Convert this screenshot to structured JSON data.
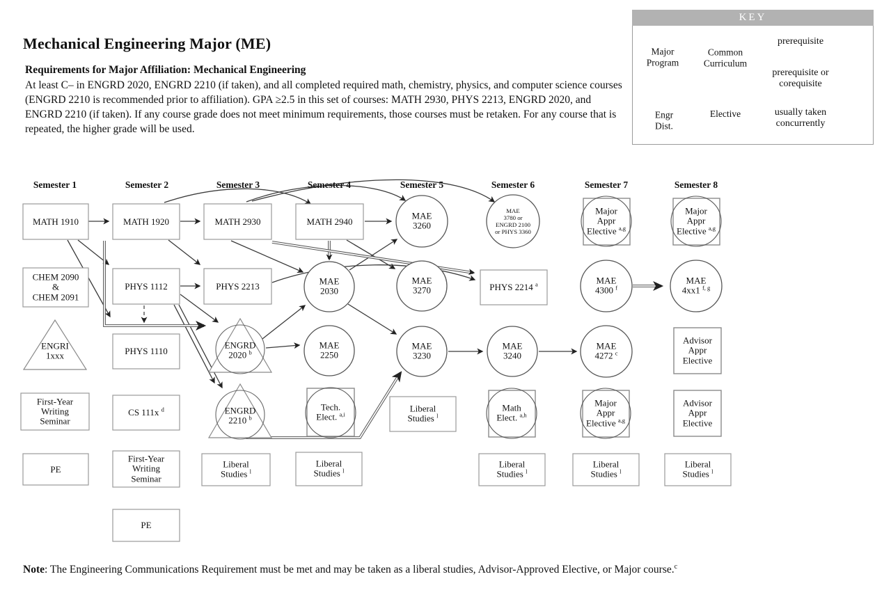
{
  "title": "Mechanical Engineering Major (ME)",
  "affiliation": {
    "heading": "Requirements for Major Affiliation:  Mechanical Engineering",
    "body": "At least C– in ENGRD 2020, ENGRD 2210 (if taken), and all completed required math, chemistry, physics, and computer science courses (ENGRD 2210 is recommended prior to affiliation). GPA ≥2.5 in this set of courses: MATH 2930, PHYS 2213, ENGRD 2020, and ENGRD 2210 (if taken). If any course grade does not meet minimum requirements, those courses must be retaken. For any course that is repeated, the higher grade will be used."
  },
  "key": {
    "title": "KEY",
    "shapes": [
      {
        "shape": "circle",
        "label": "Major Program"
      },
      {
        "shape": "rect",
        "label": "Common Curriculum"
      },
      {
        "shape": "triangle",
        "label": "Engr Dist."
      },
      {
        "shape": "square",
        "label": "Elective"
      }
    ],
    "arrows": [
      {
        "style": "solid",
        "label": "prerequisite"
      },
      {
        "style": "double",
        "label": "prerequisite or corequisite"
      },
      {
        "style": "dashed",
        "label": "usually taken concurrently"
      }
    ]
  },
  "diagram": {
    "semesters": [
      "Semester 1",
      "Semester 2",
      "Semester 3",
      "Semester 4",
      "Semester 5",
      "Semester 6",
      "Semester 7",
      "Semester 8"
    ],
    "nodes": [
      {
        "id": "math1910",
        "shape": "rect",
        "lines": [
          "MATH 1910"
        ]
      },
      {
        "id": "chem",
        "shape": "rect",
        "lines": [
          "CHEM 2090",
          "&",
          "CHEM 2091"
        ]
      },
      {
        "id": "engri",
        "shape": "triangle",
        "lines": [
          "ENGRI",
          "1xxx"
        ]
      },
      {
        "id": "fws1",
        "shape": "rect",
        "lines": [
          "First-Year",
          "Writing",
          "Seminar"
        ]
      },
      {
        "id": "pe1",
        "shape": "rect",
        "lines": [
          "PE"
        ]
      },
      {
        "id": "math1920",
        "shape": "rect",
        "lines": [
          "MATH 1920"
        ]
      },
      {
        "id": "phys1112",
        "shape": "rect",
        "lines": [
          "PHYS 1112"
        ]
      },
      {
        "id": "phys1110",
        "shape": "rect",
        "lines": [
          "PHYS 1110"
        ]
      },
      {
        "id": "cs111x",
        "shape": "rect",
        "lines": [
          "CS 111x"
        ],
        "sup": "d"
      },
      {
        "id": "fws2",
        "shape": "rect",
        "lines": [
          "First-Year",
          "Writing",
          "Seminar"
        ]
      },
      {
        "id": "pe2",
        "shape": "rect",
        "lines": [
          "PE"
        ]
      },
      {
        "id": "math2930",
        "shape": "rect",
        "lines": [
          "MATH 2930"
        ]
      },
      {
        "id": "phys2213",
        "shape": "rect",
        "lines": [
          "PHYS 2213"
        ]
      },
      {
        "id": "engrd2020",
        "shape": "tri-circle",
        "lines": [
          "ENGRD",
          "2020"
        ],
        "sup": "b"
      },
      {
        "id": "engrd2210",
        "shape": "tri-circle",
        "lines": [
          "ENGRD",
          "2210"
        ],
        "sup": "b"
      },
      {
        "id": "ls3",
        "shape": "rect",
        "lines": [
          "Liberal",
          "Studies"
        ],
        "sup": "l"
      },
      {
        "id": "math2940",
        "shape": "rect",
        "lines": [
          "MATH 2940"
        ]
      },
      {
        "id": "mae2030",
        "shape": "circle",
        "lines": [
          "MAE",
          "2030"
        ]
      },
      {
        "id": "mae2250",
        "shape": "circle",
        "lines": [
          "MAE",
          "2250"
        ]
      },
      {
        "id": "techelect",
        "shape": "sq-circle",
        "lines": [
          "Tech.",
          "Elect."
        ],
        "sup": "a,i"
      },
      {
        "id": "ls4",
        "shape": "rect",
        "lines": [
          "Liberal",
          "Studies"
        ],
        "sup": "l"
      },
      {
        "id": "mae3260",
        "shape": "circle",
        "lines": [
          "MAE",
          "3260"
        ]
      },
      {
        "id": "mae3270",
        "shape": "circle",
        "lines": [
          "MAE",
          "3270"
        ]
      },
      {
        "id": "mae3230",
        "shape": "circle",
        "lines": [
          "MAE",
          "3230"
        ]
      },
      {
        "id": "ls5",
        "shape": "rect",
        "lines": [
          "Liberal",
          "Studies"
        ],
        "sup": "l"
      },
      {
        "id": "mae3780",
        "shape": "circle",
        "small": true,
        "lines": [
          "MAE",
          "3780 or",
          "ENGRD 2100",
          "or PHYS 3360"
        ]
      },
      {
        "id": "phys2214",
        "shape": "rect",
        "lines": [
          "PHYS 2214"
        ],
        "sup": "a"
      },
      {
        "id": "mae3240",
        "shape": "circle",
        "lines": [
          "MAE",
          "3240"
        ]
      },
      {
        "id": "mathelect",
        "shape": "sq-circle",
        "lines": [
          "Math",
          "Elect."
        ],
        "sup": "a,h"
      },
      {
        "id": "ls6",
        "shape": "rect",
        "lines": [
          "Liberal",
          "Studies"
        ],
        "sup": "l"
      },
      {
        "id": "majorappr7t",
        "shape": "sq-circle",
        "lines": [
          "Major",
          "Appr",
          "Elective"
        ],
        "sup": "a,g"
      },
      {
        "id": "mae4300",
        "shape": "circle",
        "lines": [
          "MAE",
          "4300"
        ],
        "sup": "f"
      },
      {
        "id": "mae4272",
        "shape": "circle",
        "lines": [
          "MAE",
          "4272"
        ],
        "sup": "c"
      },
      {
        "id": "majorappr7b",
        "shape": "sq-circle",
        "lines": [
          "Major",
          "Appr",
          "Elective"
        ],
        "sup": "a,g"
      },
      {
        "id": "ls7",
        "shape": "rect",
        "lines": [
          "Liberal",
          "Studies"
        ],
        "sup": "l"
      },
      {
        "id": "majorappr8",
        "shape": "sq-circle",
        "lines": [
          "Major",
          "Appr",
          "Elective"
        ],
        "sup": "a,g"
      },
      {
        "id": "mae4xx1",
        "shape": "circle",
        "lines": [
          "MAE",
          "4xx1"
        ],
        "sup": "f, g"
      },
      {
        "id": "advisor1",
        "shape": "square",
        "lines": [
          "Advisor",
          "Appr",
          "Elective"
        ]
      },
      {
        "id": "advisor2",
        "shape": "square",
        "lines": [
          "Advisor",
          "Appr",
          "Elective"
        ]
      },
      {
        "id": "ls8",
        "shape": "rect",
        "lines": [
          "Liberal",
          "Studies"
        ],
        "sup": "l"
      }
    ]
  },
  "note": {
    "label": "Note",
    "text": ": The Engineering Communications Requirement must be met and may be taken as a liberal studies, Advisor-Approved Elective, or Major course.",
    "sup": "c"
  }
}
